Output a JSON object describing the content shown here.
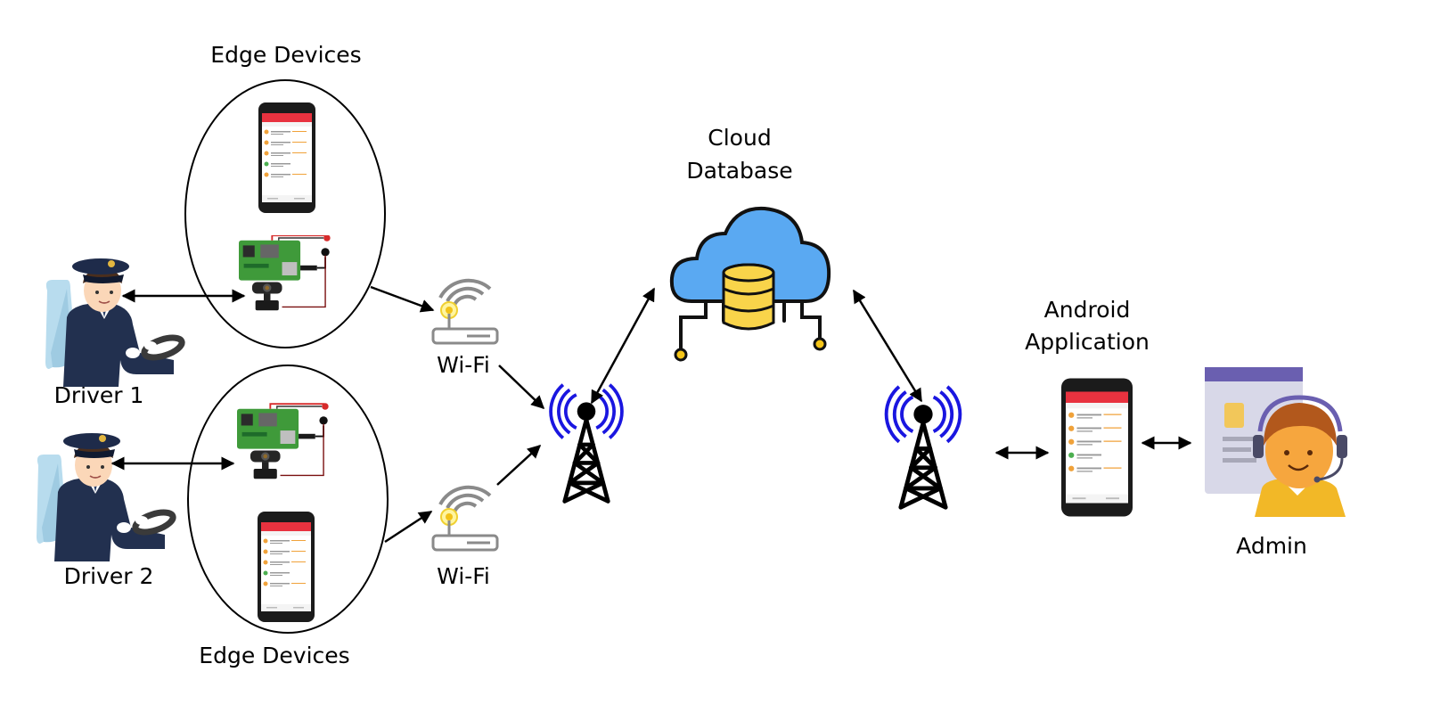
{
  "labels": {
    "edge_devices_top": "Edge Devices",
    "edge_devices_bottom": "Edge Devices",
    "cloud_line1": "Cloud",
    "cloud_line2": "Database",
    "wifi_top": "Wi-Fi",
    "wifi_bottom": "Wi-Fi",
    "android_line1": "Android",
    "android_line2": "Application",
    "driver1": "Driver 1",
    "driver2": "Driver 2",
    "admin": "Admin"
  },
  "colors": {
    "cloud_fill": "#5aa9f2",
    "database_fill": "#f9d44a",
    "signal_wave": "#1a16e0",
    "phone_header": "#e8323f",
    "pcb_green": "#3f9a3a",
    "driver_uniform": "#22304f",
    "admin_hair": "#b2581c",
    "admin_shirt": "#f2b827"
  },
  "icons": [
    "driver-icon",
    "smartphone-icon",
    "raspberry-pi-icon",
    "webcam-icon",
    "wifi-router-icon",
    "cell-tower-icon",
    "cloud-database-icon",
    "admin-icon"
  ]
}
